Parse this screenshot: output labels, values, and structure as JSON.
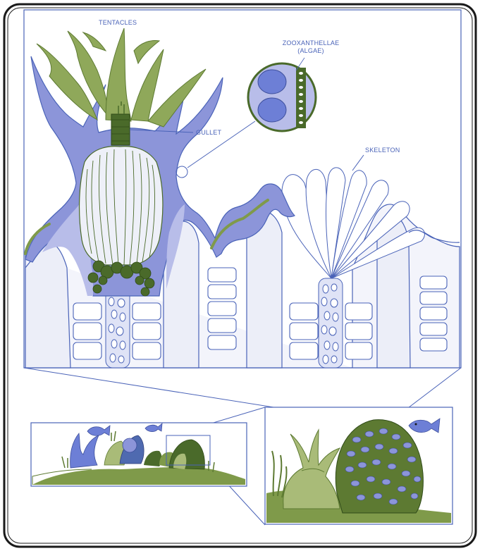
{
  "labels": {
    "tentacles": "TENTACLES",
    "zooxanthellae_line1": "ZOOXANTHELLAE",
    "zooxanthellae_line2": "(ALGAE)",
    "gullet": "GULLET",
    "skeleton": "SKELETON"
  },
  "colors": {
    "frame": "#1a1a1a",
    "line": "#4a63b8",
    "tissue_blue": "#8c95d9",
    "tissue_light": "#b8bde9",
    "skeleton_fill": "#eceef8",
    "algae_green": "#7f9a4a",
    "dark_green": "#4a6a2a",
    "light_green": "#a9bb78",
    "fish_blue": "#6d7fd6"
  }
}
